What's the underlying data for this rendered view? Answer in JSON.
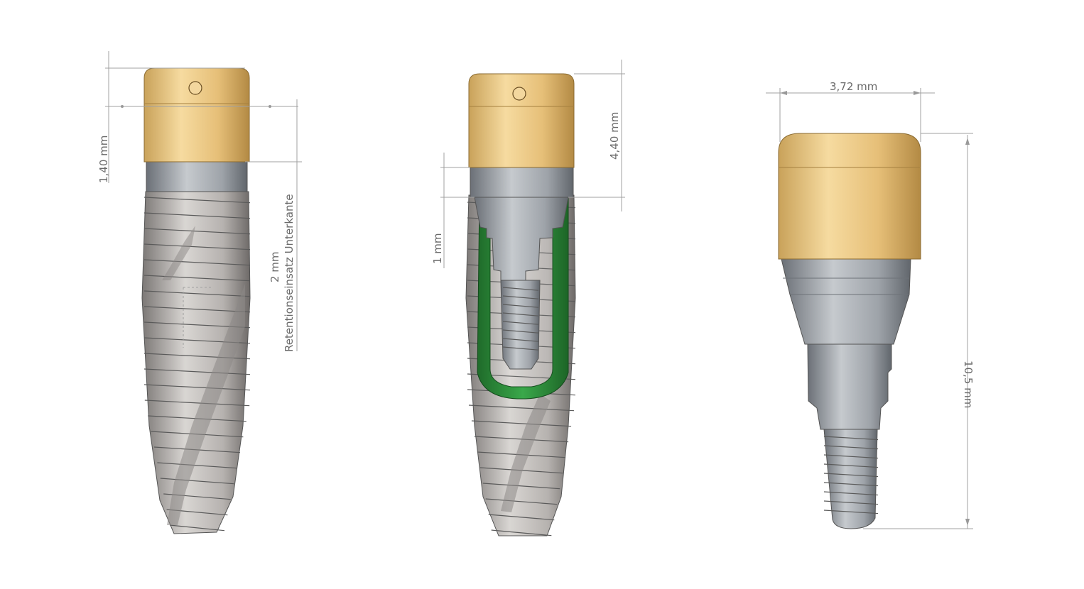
{
  "figures": {
    "left": {
      "dims": {
        "collar_height": "1,40 mm",
        "insert_depth": "2 mm",
        "insert_label": "Retentionseinsatz Unterkante"
      }
    },
    "middle": {
      "dims": {
        "abutment_height": "4,40 mm",
        "gap": "1 mm"
      }
    },
    "right": {
      "dims": {
        "diameter": "3,72 mm",
        "length": "10,5 mm"
      }
    }
  },
  "colors": {
    "gold": "#e9c37a",
    "titanium": "#8e939a",
    "implant_body": "#b8b6b4",
    "retention_insert": "#2e8b3a",
    "dimension_line": "#a0a0a0"
  }
}
